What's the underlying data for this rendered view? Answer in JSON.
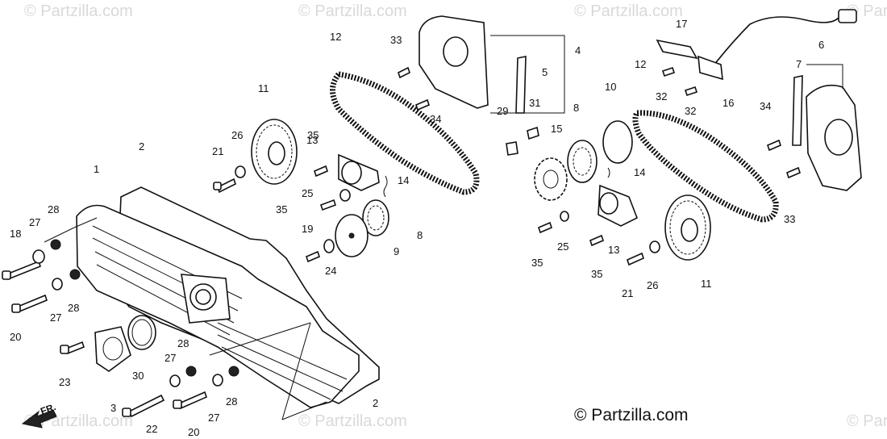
{
  "watermark": "© Partzilla.com",
  "copyright": "© Partzilla.com",
  "direction_label": "FR.",
  "callouts": [
    {
      "id": "c1",
      "text": "1"
    },
    {
      "id": "c2a",
      "text": "2"
    },
    {
      "id": "c2b",
      "text": "2"
    },
    {
      "id": "c3",
      "text": "3"
    },
    {
      "id": "c4",
      "text": "4"
    },
    {
      "id": "c5",
      "text": "5"
    },
    {
      "id": "c6",
      "text": "6"
    },
    {
      "id": "c7",
      "text": "7"
    },
    {
      "id": "c8a",
      "text": "8"
    },
    {
      "id": "c8b",
      "text": "8"
    },
    {
      "id": "c9",
      "text": "9"
    },
    {
      "id": "c10",
      "text": "10"
    },
    {
      "id": "c11a",
      "text": "11"
    },
    {
      "id": "c11b",
      "text": "11"
    },
    {
      "id": "c12a",
      "text": "12"
    },
    {
      "id": "c12b",
      "text": "12"
    },
    {
      "id": "c13a",
      "text": "13"
    },
    {
      "id": "c13b",
      "text": "13"
    },
    {
      "id": "c14a",
      "text": "14"
    },
    {
      "id": "c14b",
      "text": "14"
    },
    {
      "id": "c15",
      "text": "15"
    },
    {
      "id": "c16",
      "text": "16"
    },
    {
      "id": "c17",
      "text": "17"
    },
    {
      "id": "c18",
      "text": "18"
    },
    {
      "id": "c19",
      "text": "19"
    },
    {
      "id": "c20a",
      "text": "20"
    },
    {
      "id": "c20b",
      "text": "20"
    },
    {
      "id": "c21a",
      "text": "21"
    },
    {
      "id": "c21b",
      "text": "21"
    },
    {
      "id": "c22",
      "text": "22"
    },
    {
      "id": "c23",
      "text": "23"
    },
    {
      "id": "c24",
      "text": "24"
    },
    {
      "id": "c25a",
      "text": "25"
    },
    {
      "id": "c25b",
      "text": "25"
    },
    {
      "id": "c26a",
      "text": "26"
    },
    {
      "id": "c26b",
      "text": "26"
    },
    {
      "id": "c27a",
      "text": "27"
    },
    {
      "id": "c27b",
      "text": "27"
    },
    {
      "id": "c27c",
      "text": "27"
    },
    {
      "id": "c27d",
      "text": "27"
    },
    {
      "id": "c28a",
      "text": "28"
    },
    {
      "id": "c28b",
      "text": "28"
    },
    {
      "id": "c28c",
      "text": "28"
    },
    {
      "id": "c28d",
      "text": "28"
    },
    {
      "id": "c29",
      "text": "29"
    },
    {
      "id": "c30",
      "text": "30"
    },
    {
      "id": "c31",
      "text": "31"
    },
    {
      "id": "c32a",
      "text": "32"
    },
    {
      "id": "c32b",
      "text": "32"
    },
    {
      "id": "c33a",
      "text": "33"
    },
    {
      "id": "c33b",
      "text": "33"
    },
    {
      "id": "c34a",
      "text": "34"
    },
    {
      "id": "c34b",
      "text": "34"
    },
    {
      "id": "c35a",
      "text": "35"
    },
    {
      "id": "c35b",
      "text": "35"
    },
    {
      "id": "c35c",
      "text": "35"
    },
    {
      "id": "c35d",
      "text": "35"
    }
  ]
}
